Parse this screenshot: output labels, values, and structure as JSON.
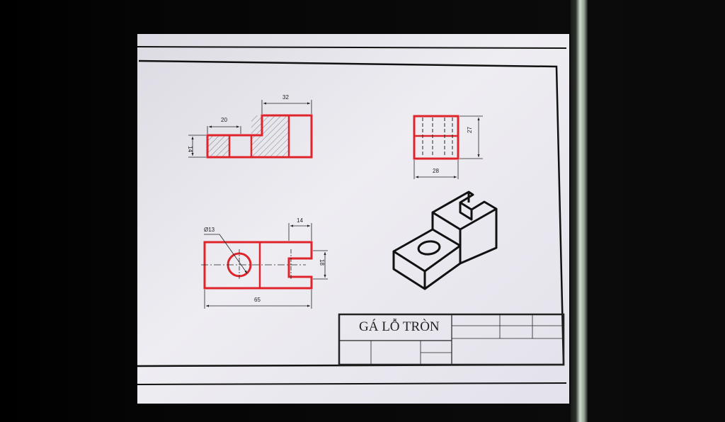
{
  "drawing": {
    "title_block": {
      "title": "GÁ LỖ TRÒN"
    },
    "dimensions": {
      "front_width_20": "20",
      "front_width_32": "32",
      "front_height_14": "14",
      "side_width_28": "28",
      "side_height_27": "27",
      "top_hole_diameter": "Ø13",
      "top_slot_width_14": "14",
      "top_slot_height_18": "18",
      "top_length_65": "65"
    },
    "colors": {
      "visible_edge": "#e0242c",
      "construction": "#222222",
      "paper": "#e9e7ee"
    }
  }
}
